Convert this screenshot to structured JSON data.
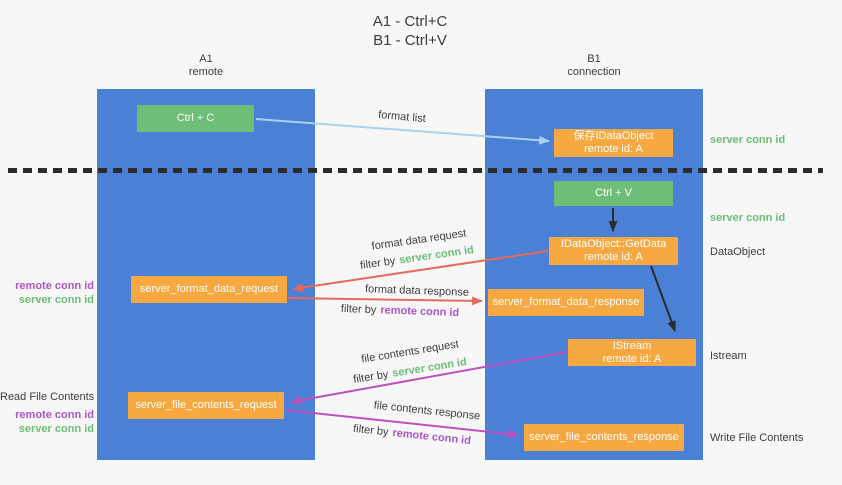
{
  "title": {
    "line1": "A1 - Ctrl+C",
    "line2": "B1 - Ctrl+V"
  },
  "columns": {
    "left": {
      "id": "A1",
      "role": "remote"
    },
    "right": {
      "id": "B1",
      "role": "connection"
    }
  },
  "nodes": {
    "ctrl_c": {
      "label": "Ctrl + C"
    },
    "ctrl_v": {
      "label": "Ctrl + V"
    },
    "save_idataobject": {
      "line1": "保存IDataObject",
      "line2": "remote id: A"
    },
    "getdata": {
      "line1": "IDataObject::GetData",
      "line2": "remote id: A"
    },
    "istream": {
      "line1": "IStream",
      "line2": "remote id: A"
    },
    "format_request": {
      "label": "server_format_data_request"
    },
    "format_response": {
      "label": "server_format_data_response"
    },
    "file_request": {
      "label": "server_file_contents_request"
    },
    "file_response": {
      "label": "server_file_contents_response"
    }
  },
  "flow_labels": {
    "format_list": "format list",
    "format_data_request": "format data request",
    "format_data_request_filter_prefix": "filter by",
    "format_data_request_filter_key": "server conn id",
    "format_data_response": "format data response",
    "format_data_response_filter_prefix": "filter by",
    "format_data_response_filter_key": "remote conn id",
    "file_contents_request": "file contents request",
    "file_contents_request_filter_prefix": "filter by",
    "file_contents_request_filter_key": "server conn id",
    "file_contents_response": "file contents response",
    "file_contents_response_filter_prefix": "filter by",
    "file_contents_response_filter_key": "remote conn id"
  },
  "side_labels": {
    "left_format": {
      "remote": "remote conn id",
      "server": "server conn id"
    },
    "left_file": {
      "title": "Read File Contents",
      "remote": "remote conn id",
      "server": "server conn id"
    },
    "right_top_server_conn": "server conn id",
    "right_ctrlv_server_conn": "server conn id",
    "right_dataobject": "DataObject",
    "right_istream": "Istream",
    "right_write": "Write File Contents"
  },
  "colors": {
    "bg": "#f7f7f8",
    "column-blue": "#4a80d5",
    "box-green": "#6fbe77",
    "box-orange": "#f8a840",
    "arrow-blue": "#a8d2f0",
    "arrow-red": "#e6695b",
    "arrow-magenta": "#bf4fc0",
    "arrow-black": "#2b2b2b",
    "text-dark": "#3d3d3d",
    "text-green": "#6cbe74",
    "text-purple": "#ae54c9",
    "text-white": "#ffffff"
  }
}
